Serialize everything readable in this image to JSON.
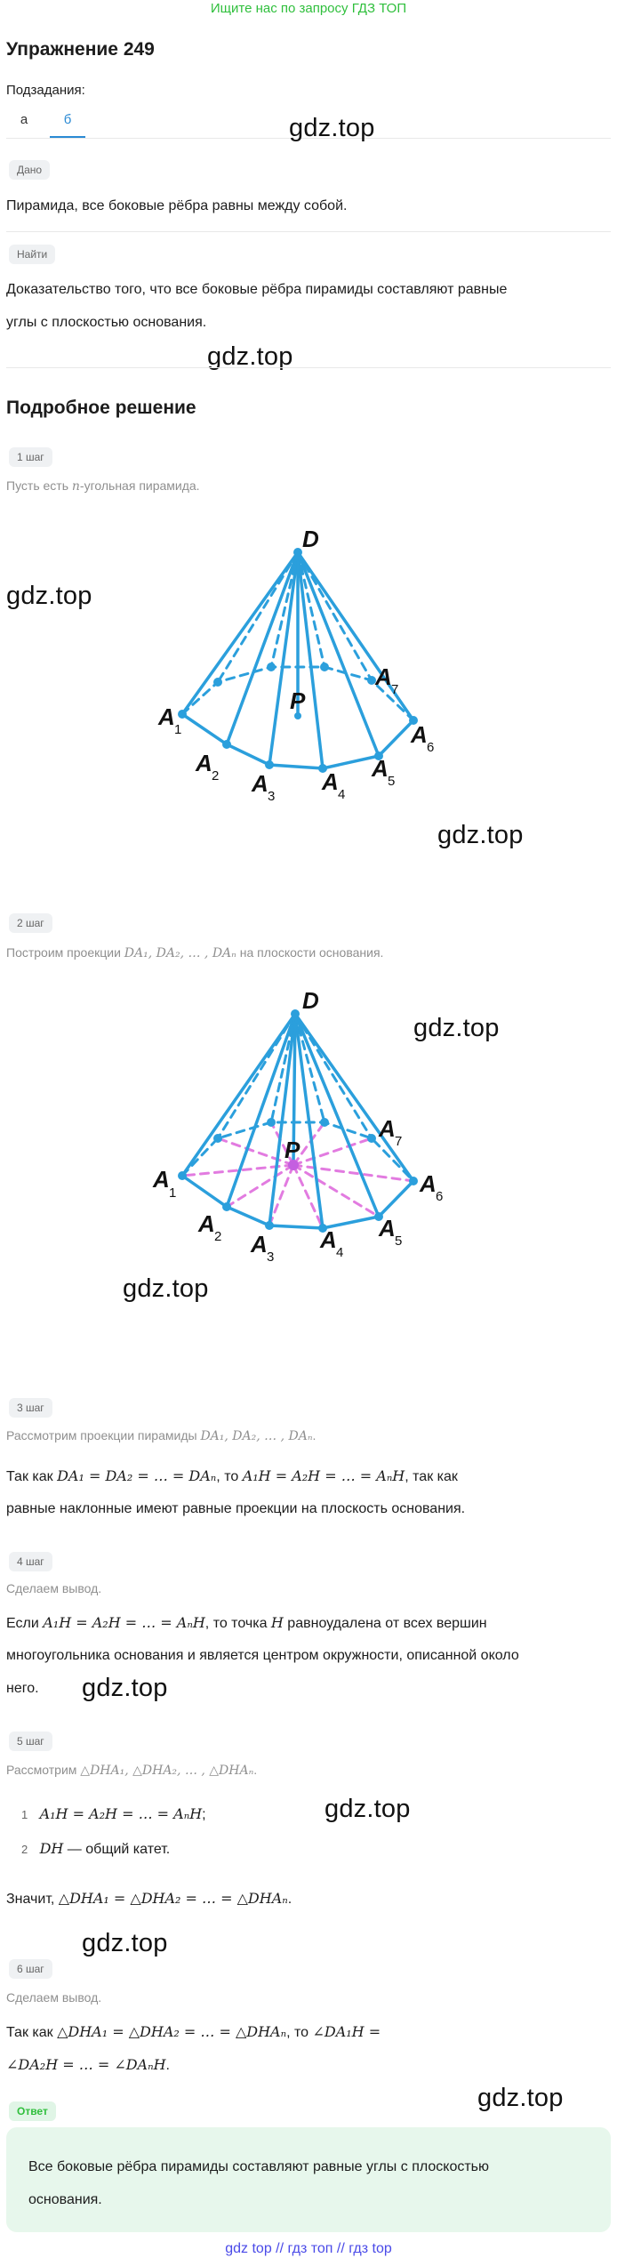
{
  "banner": "Ищите нас по запросу ГДЗ ТОП",
  "title": "Упражнение 249",
  "subtasks_label": "Подзадания:",
  "tabs": [
    "а",
    "б"
  ],
  "given_tag": "Дано",
  "given_text": "Пирамида, все боковые рёбра равны между собой.",
  "find_tag": "Найти",
  "find_text_1": "Доказательство того, что все боковые рёбра пирамиды составляют равные",
  "find_text_2": "углы с плоскостью основания.",
  "watermark": "gdz.top",
  "solution_title": "Подробное решение",
  "steps": [
    {
      "tag": "1 шаг",
      "desc_pre": "Пусть есть ",
      "desc_math": "n",
      "desc_post": "-угольная пирамида."
    },
    {
      "tag": "2 шаг",
      "desc_pre": "Построим проекции ",
      "desc_math": "DA₁, DA₂, … , DAₙ",
      "desc_post": " на плоскости основания."
    },
    {
      "tag": "3 шаг",
      "desc_pre": "Рассмотрим проекции пирамиды ",
      "desc_math": "DA₁, DA₂, … , DAₙ",
      "desc_post": "."
    },
    {
      "tag": "4 шаг",
      "desc": "Сделаем вывод."
    },
    {
      "tag": "5 шаг",
      "desc_pre": "Рассмотрим ",
      "desc_math": "△DHA₁, △DHA₂, … , △DHAₙ",
      "desc_post": "."
    },
    {
      "tag": "6 шаг",
      "desc": "Сделаем вывод."
    }
  ],
  "step3_line1_pre": "Так как ",
  "step3_line1_math": "DA₁ = DA₂ = … = DAₙ",
  "step3_line1_mid": ", то ",
  "step3_line1_math2": "A₁H = A₂H = … = AₙH",
  "step3_line1_post": ", так как",
  "step3_line2": "равные наклонные имеют равные проекции на плоскость основания.",
  "step4_line1_pre": "Если ",
  "step4_line1_math": "A₁H = A₂H = … = AₙH",
  "step4_line1_mid": ", то точка ",
  "step4_line1_math2": "H",
  "step4_line1_post": " равноудалена от всех вершин",
  "step4_line2": "многоугольника основания и является центром окружности, описанной около",
  "step4_line3": "него.",
  "step5_items": [
    {
      "num": "1",
      "math": "A₁H = A₂H = … = AₙH",
      "post": ";"
    },
    {
      "num": "2",
      "math": "DH",
      "post": " — общий катет."
    }
  ],
  "step5_conclusion_pre": "Значит, ",
  "step5_conclusion_math": "△DHA₁ = △DHA₂ = … = △DHAₙ",
  "step5_conclusion_post": ".",
  "step6_line1_pre": "Так как ",
  "step6_line1_math": "△DHA₁ = △DHA₂ = … = △DHAₙ",
  "step6_line1_mid": ", то ",
  "step6_line1_math2": "∠DA₁H =",
  "step6_line2_math": "∠DA₂H = … = ∠DAₙH",
  "step6_line2_post": ".",
  "answer_tag": "Ответ",
  "answer_line1": "Все боковые рёбра пирамиды составляют равные углы с плоскостью",
  "answer_line2": "основания.",
  "footer_links": [
    "gdz top",
    "гдз топ",
    "гдз top"
  ],
  "footer_sep": "//",
  "figure1_labels": {
    "D": "D",
    "P": "P",
    "A1": "A",
    "s1": "1",
    "A2": "A",
    "s2": "2",
    "A3": "A",
    "s3": "3",
    "A4": "A",
    "s4": "4",
    "A5": "A",
    "s5": "5",
    "A6": "A",
    "s6": "6",
    "A7": "A",
    "s7": "7"
  },
  "colors": {
    "accent": "#2a8ad4",
    "banner": "#2fbf3c",
    "pyramid": "#2b9fdc",
    "projection": "#e27be0",
    "answer_bg": "#e7f7ec"
  }
}
